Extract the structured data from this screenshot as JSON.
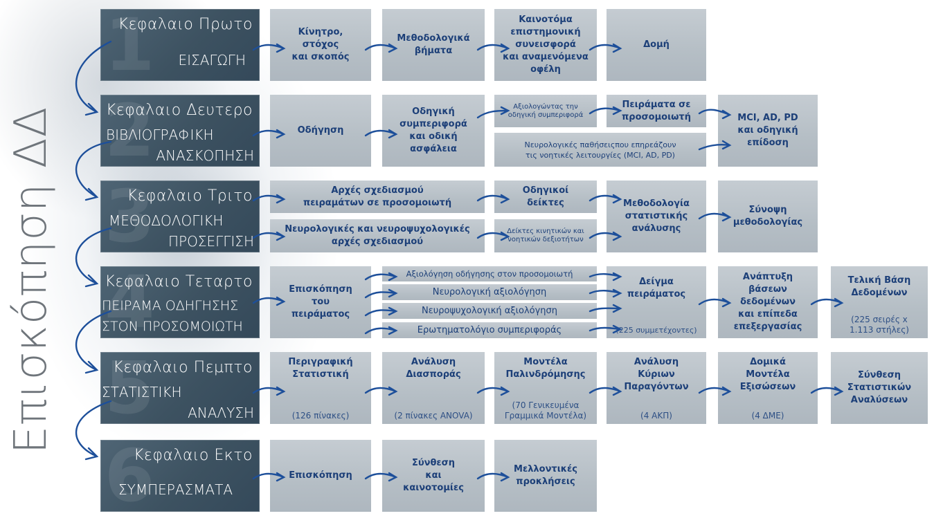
{
  "side_title": "Επισκόπηση ΔΔ",
  "chapters": [
    {
      "num": "1",
      "line1": "Κεφαλαιο Πρωτο",
      "line2": "ΕΙΣΑΓΩΓΗ",
      "line3": ""
    },
    {
      "num": "2",
      "line1": "Κεφαλαιο Δευτερο",
      "line2": "ΒΙΒΛΙΟΓΡΑΦΙΚΗ",
      "line3": "ΑΝΑΣΚΟΠΗΣΗ"
    },
    {
      "num": "3",
      "line1": "Κεφαλαιο Τριτο",
      "line2": "ΜΕΘΟΔΟΛΟΓΙΚΗ",
      "line3": "ΠΡΟΣΕΓΓΙΣΗ"
    },
    {
      "num": "4",
      "line1": "Κεφαλαιο Τεταρτο",
      "line2": "ΠΕΙΡΑΜΑ ΟΔΗΓΗΣΗΣ",
      "line3": "ΣΤΟΝ ΠΡΟΣΟΜΟΙΩΤΗ"
    },
    {
      "num": "5",
      "line1": "Κεφαλαιο Πεμπτο",
      "line2": "ΣΤΑΤΙΣΤΙΚΗ",
      "line3": "ΑΝΑΛΥΣΗ"
    },
    {
      "num": "6",
      "line1": "Κεφαλαιο Εκτο",
      "line2": "ΣΥΜΠΕΡΑΣΜΑΤΑ",
      "line3": ""
    }
  ],
  "row1": {
    "motivation": "Κίνητρο,\nστόχος\nκαι σκοπός",
    "steps": "Μεθοδολογικά\nβήματα",
    "contribution": "Καινοτόμα\nεπιστημονική\nσυνεισφορά\nκαι αναμενόμενα\nοφέλη",
    "structure": "Δομή"
  },
  "row2": {
    "driving": "Οδήγηση",
    "behavior": "Οδηγική\nσυμπεριφορά\nκαι οδική\nασφάλεια",
    "assessing": "Αξιολογώντας την\nοδηγική συμπεριφορά",
    "sim_experiments": "Πειράματα σε\nπροσομοιωτή",
    "disorders": "Νευρολογικές παθήσειςπου επηρεάζουν\nτις νοητικές λειτουργίες (MCI, AD, PD)",
    "performance": "MCI, AD, PD\nκαι οδηγική\nεπίδοση"
  },
  "row3": {
    "design_principles": "Αρχές σχεδιασμού\nπειραμάτων σε προσομοιωτή",
    "neuro_principles": "Νευρολογικές και νευροψυχολογικές\nαρχές σχεδιασμού",
    "indicators": "Οδηγικοί\nδείκτες",
    "skills": "Δείκτες κινητικών και\nνοητικών δεξιοτήτων",
    "stat_method": "Μεθοδολογία\nστατιστικής\nανάλυσης",
    "summary": "Σύνοψη\nμεθοδολογίας"
  },
  "row4": {
    "overview": "Επισκόπηση\nτου\nπειράματος",
    "sim_eval": "Αξιολόγηση οδήγησης στον προσομοιωτή",
    "neuro_eval": "Νευρολογική αξιολόγηση",
    "neuropsych_eval": "Νευροψυχολογική αξιολόγηση",
    "questionnaire": "Ερωτηματολόγιο συμπεριφοράς",
    "sample": "Δείγμα\nπειράματος",
    "sample_note": "(225 συμμετέχοντες)",
    "database_dev": "Ανάπτυξη\nβάσεων\nδεδομένων\nκαι επίπεδα\nεπεξεργασίας",
    "final_db": "Τελική Βάση\nΔεδομένων",
    "final_db_note": "(225 σειρές x\n1.113 στήλες)"
  },
  "row5": {
    "descriptive": "Περιγραφική\nΣτατιστική",
    "descriptive_note": "(126 πίνακες)",
    "anova": "Ανάλυση\nΔιασποράς",
    "anova_note": "(2 πίνακες ANOVA)",
    "regression": "Μοντέλα\nΠαλινδρόμησης",
    "regression_note": "(70 Γενικευμένα\nΓραμμικά Μοντέλα)",
    "pca": "Ανάλυση\nΚύριων\nΠαραγόντων",
    "pca_note": "(4 ΑΚΠ)",
    "sem": "Δομικά\nΜοντέλα\nΕξισώσεων",
    "sem_note": "(4 ΔΜΕ)",
    "synthesis": "Σύνθεση\nΣτατιστικών\nΑναλύσεων"
  },
  "row6": {
    "overview": "Επισκόπηση",
    "synthesis": "Σύνθεση\nκαι\nκαινοτομίες",
    "future": "Μελλοντικές\nπροκλήσεις"
  }
}
